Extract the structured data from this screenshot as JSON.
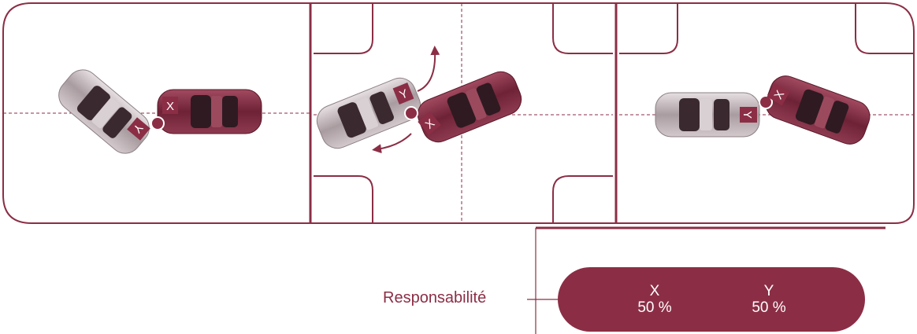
{
  "colors": {
    "accent": "#8b2e45",
    "car_dark": "#7a2a3e",
    "car_light": "#cfc6c8",
    "line": "#8b2e45"
  },
  "panels": [
    {
      "id": "left",
      "car_x_marker": "X",
      "car_y_marker": "Y"
    },
    {
      "id": "middle",
      "car_x_marker": "X",
      "car_y_marker": "Y"
    },
    {
      "id": "right",
      "car_x_marker": "X",
      "car_y_marker": "Y"
    }
  ],
  "responsibility": {
    "label": "Responsabilité",
    "parties": [
      {
        "name": "X",
        "share": "50 %"
      },
      {
        "name": "Y",
        "share": "50 %"
      }
    ]
  }
}
